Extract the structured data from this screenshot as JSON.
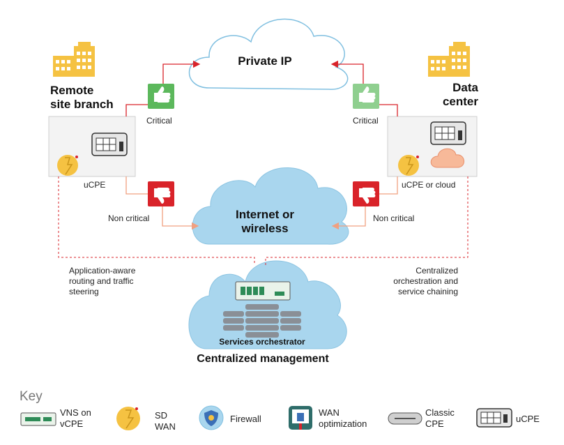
{
  "clouds": {
    "private": "Private IP",
    "internet_line1": "Internet or",
    "internet_line2": "wireless",
    "orchestrator": "Services orchestrator"
  },
  "sites": {
    "remote_line1": "Remote",
    "remote_line2": "site branch",
    "remote_device": "uCPE",
    "dc_line1": "Data",
    "dc_line2": "center",
    "dc_device": "uCPE or cloud"
  },
  "labels": {
    "critical_left": "Critical",
    "critical_right": "Critical",
    "noncritical_left": "Non critical",
    "noncritical_right": "Non critical",
    "app_aware": [
      "Application-aware",
      "routing and traffic",
      "steering"
    ],
    "centralized_orch": [
      "Centralized",
      "orchestration and",
      "service chaining"
    ],
    "centralized_mgmt": "Centralized management"
  },
  "key": {
    "title": "Key",
    "items": [
      {
        "icon": "vns-vcpe-icon",
        "line1": "VNS on",
        "line2": "vCPE"
      },
      {
        "icon": "sd-wan-icon",
        "line1": "SD",
        "line2": "WAN"
      },
      {
        "icon": "firewall-icon",
        "line1": "Firewall",
        "line2": ""
      },
      {
        "icon": "wan-optimization-icon",
        "line1": "WAN",
        "line2": "optimization"
      },
      {
        "icon": "classic-cpe-icon",
        "line1": "Classic",
        "line2": "CPE"
      },
      {
        "icon": "ucpe-icon",
        "line1": "uCPE",
        "line2": ""
      }
    ]
  },
  "colors": {
    "critical_arrow": "#d9232a",
    "noncritical_arrow": "#f0a080",
    "cloud_private_fill": "#ffffff",
    "cloud_blue_fill": "#a9d6ee",
    "thumb_up": "#5cb85c",
    "thumb_down": "#d9232a",
    "building": "#f5c242",
    "vns_green": "#2e8b57"
  }
}
